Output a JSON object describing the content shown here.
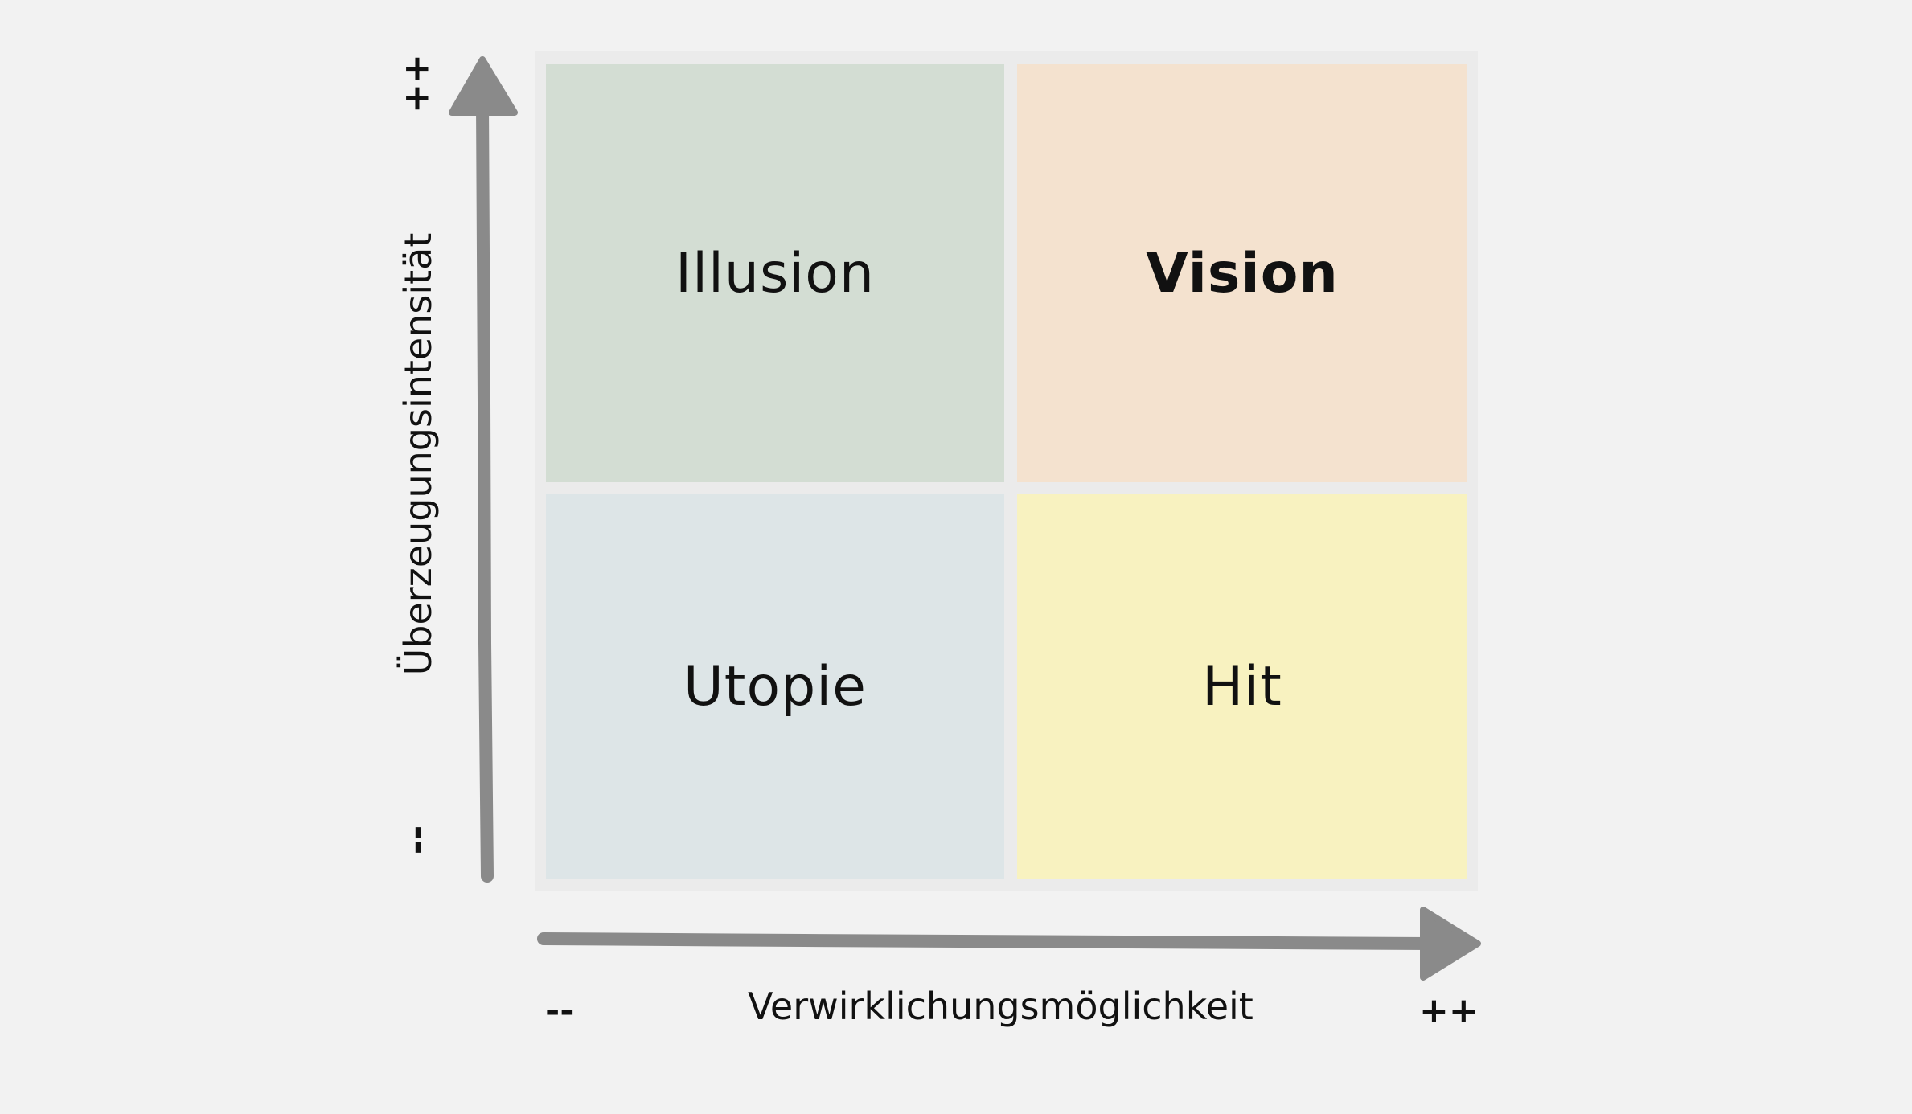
{
  "quadrants": {
    "top_left": {
      "label": "Illusion",
      "color": "#d3ddd3"
    },
    "top_right": {
      "label": "Vision",
      "color": "#f4e2cf"
    },
    "bottom_left": {
      "label": "Utopie",
      "color": "#dde5e7"
    },
    "bottom_right": {
      "label": "Hit",
      "color": "#f8f2c0"
    }
  },
  "x_axis": {
    "title": "Verwirklichungsmöglichkeit",
    "low": "--",
    "high": "++"
  },
  "y_axis": {
    "title": "Überzeugungsintensität",
    "low": "--",
    "high": "++"
  },
  "colors": {
    "background": "#f2f2f2",
    "arrow": "#8a8a8a",
    "frame": "#ebebeb",
    "text": "#111111"
  }
}
